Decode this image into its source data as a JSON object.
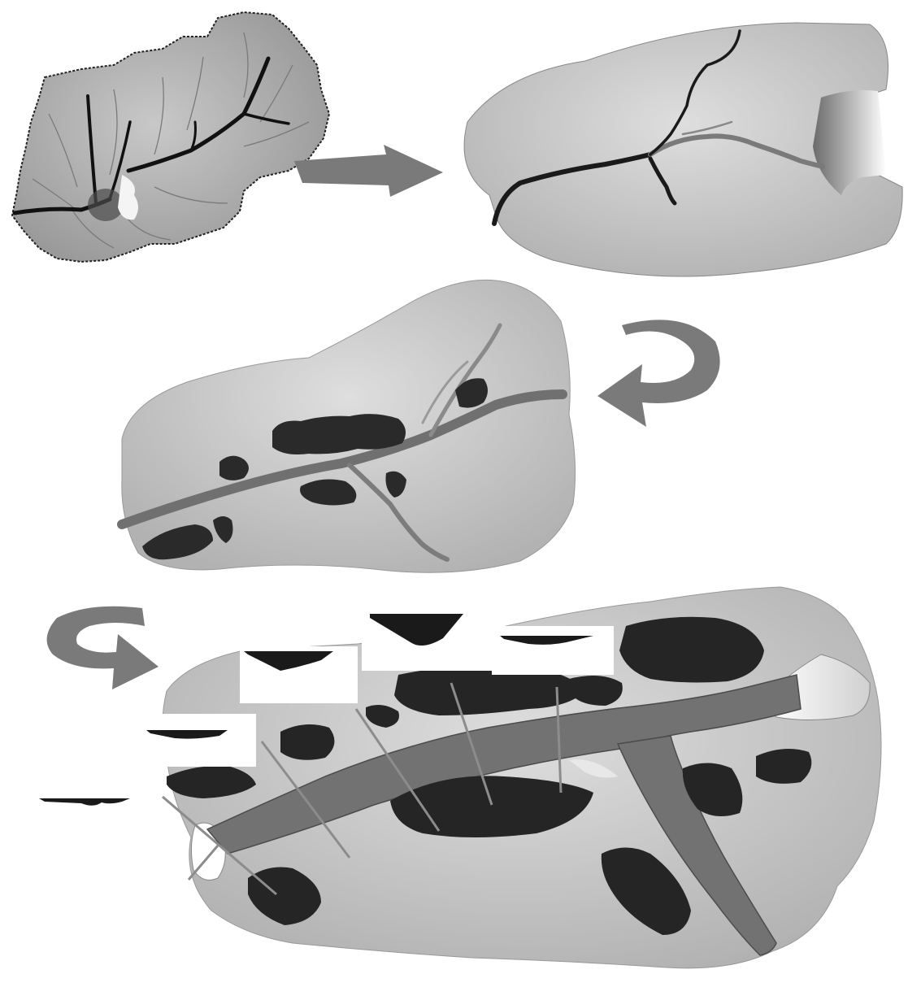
{
  "figure": {
    "panels": [
      {
        "id": "panel-1",
        "subject": "watershed-drainage-network"
      },
      {
        "id": "panel-2",
        "subject": "main-river-channel-with-tributaries"
      },
      {
        "id": "panel-3",
        "subject": "river-reach-with-vegetation-patches"
      },
      {
        "id": "panel-4",
        "subject": "stream-segment-with-cross-sections"
      }
    ],
    "arrows": [
      {
        "id": "arrow-1-to-2",
        "shape": "straight"
      },
      {
        "id": "arrow-2-to-3",
        "shape": "curved"
      },
      {
        "id": "arrow-3-to-4",
        "shape": "curved"
      }
    ],
    "cross_section_count": 5,
    "colors": {
      "land_fill": "#c4c4c4",
      "land_dark": "#8e8e8e",
      "river": "#6e6e6e",
      "river_dark": "#1c1c1c",
      "vegetation": "#2a2a2a",
      "arrow": "#7a7a7a",
      "outline": "#333333",
      "section_profile": "#1a1a1a"
    }
  }
}
